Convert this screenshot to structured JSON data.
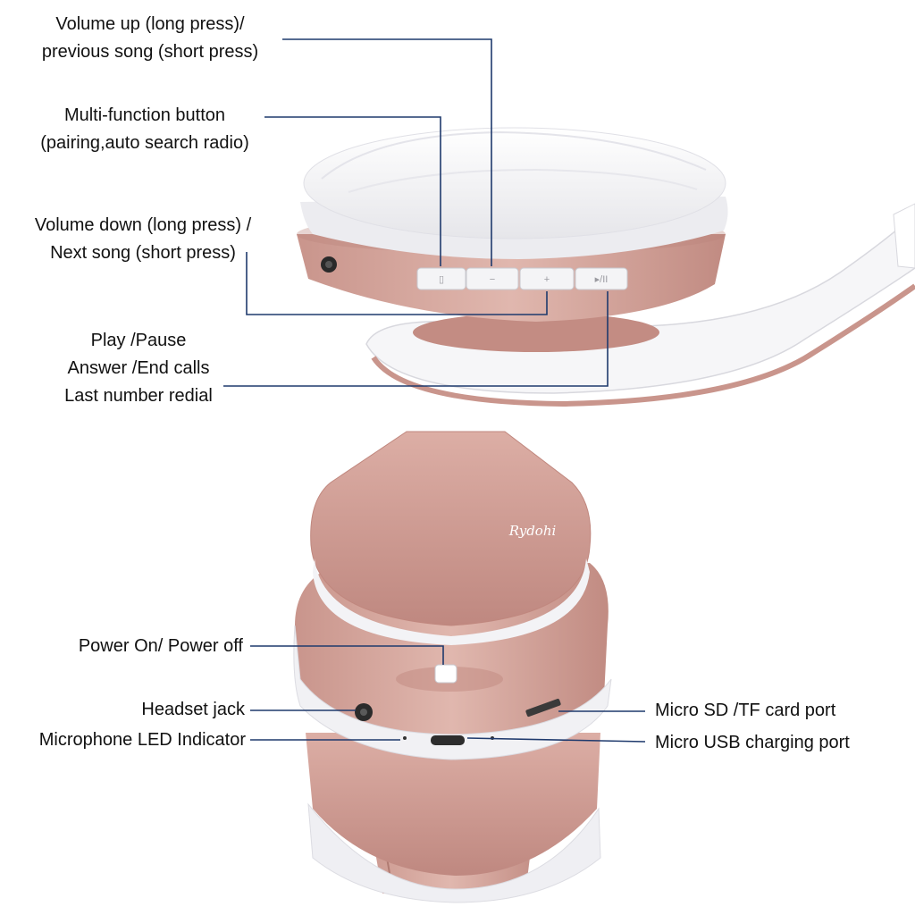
{
  "colors": {
    "rose_gold": "#d3a39a",
    "rose_gold_dark": "#b9837a",
    "cushion_white": "#f3f3f5",
    "leader_line": "#1f3a6d"
  },
  "brand": "Rydohi",
  "button_icons": {
    "b1": "▯",
    "b2": "−",
    "b3": "+",
    "b4": "▸/II"
  },
  "callouts": {
    "vol_up": [
      "Volume up (long press)/",
      "previous song (short press)"
    ],
    "multi": [
      "Multi-function button",
      "(pairing,auto search radio)"
    ],
    "vol_down": [
      "Volume down (long press) /",
      "Next song (short press)"
    ],
    "play": [
      "Play /Pause",
      "Answer /End calls",
      "Last number redial"
    ],
    "power": "Power On/ Power off",
    "jack": "Headset jack",
    "mic_led": "Microphone  LED Indicator",
    "sd": "Micro SD /TF card port",
    "usb": "Micro USB charging port"
  }
}
